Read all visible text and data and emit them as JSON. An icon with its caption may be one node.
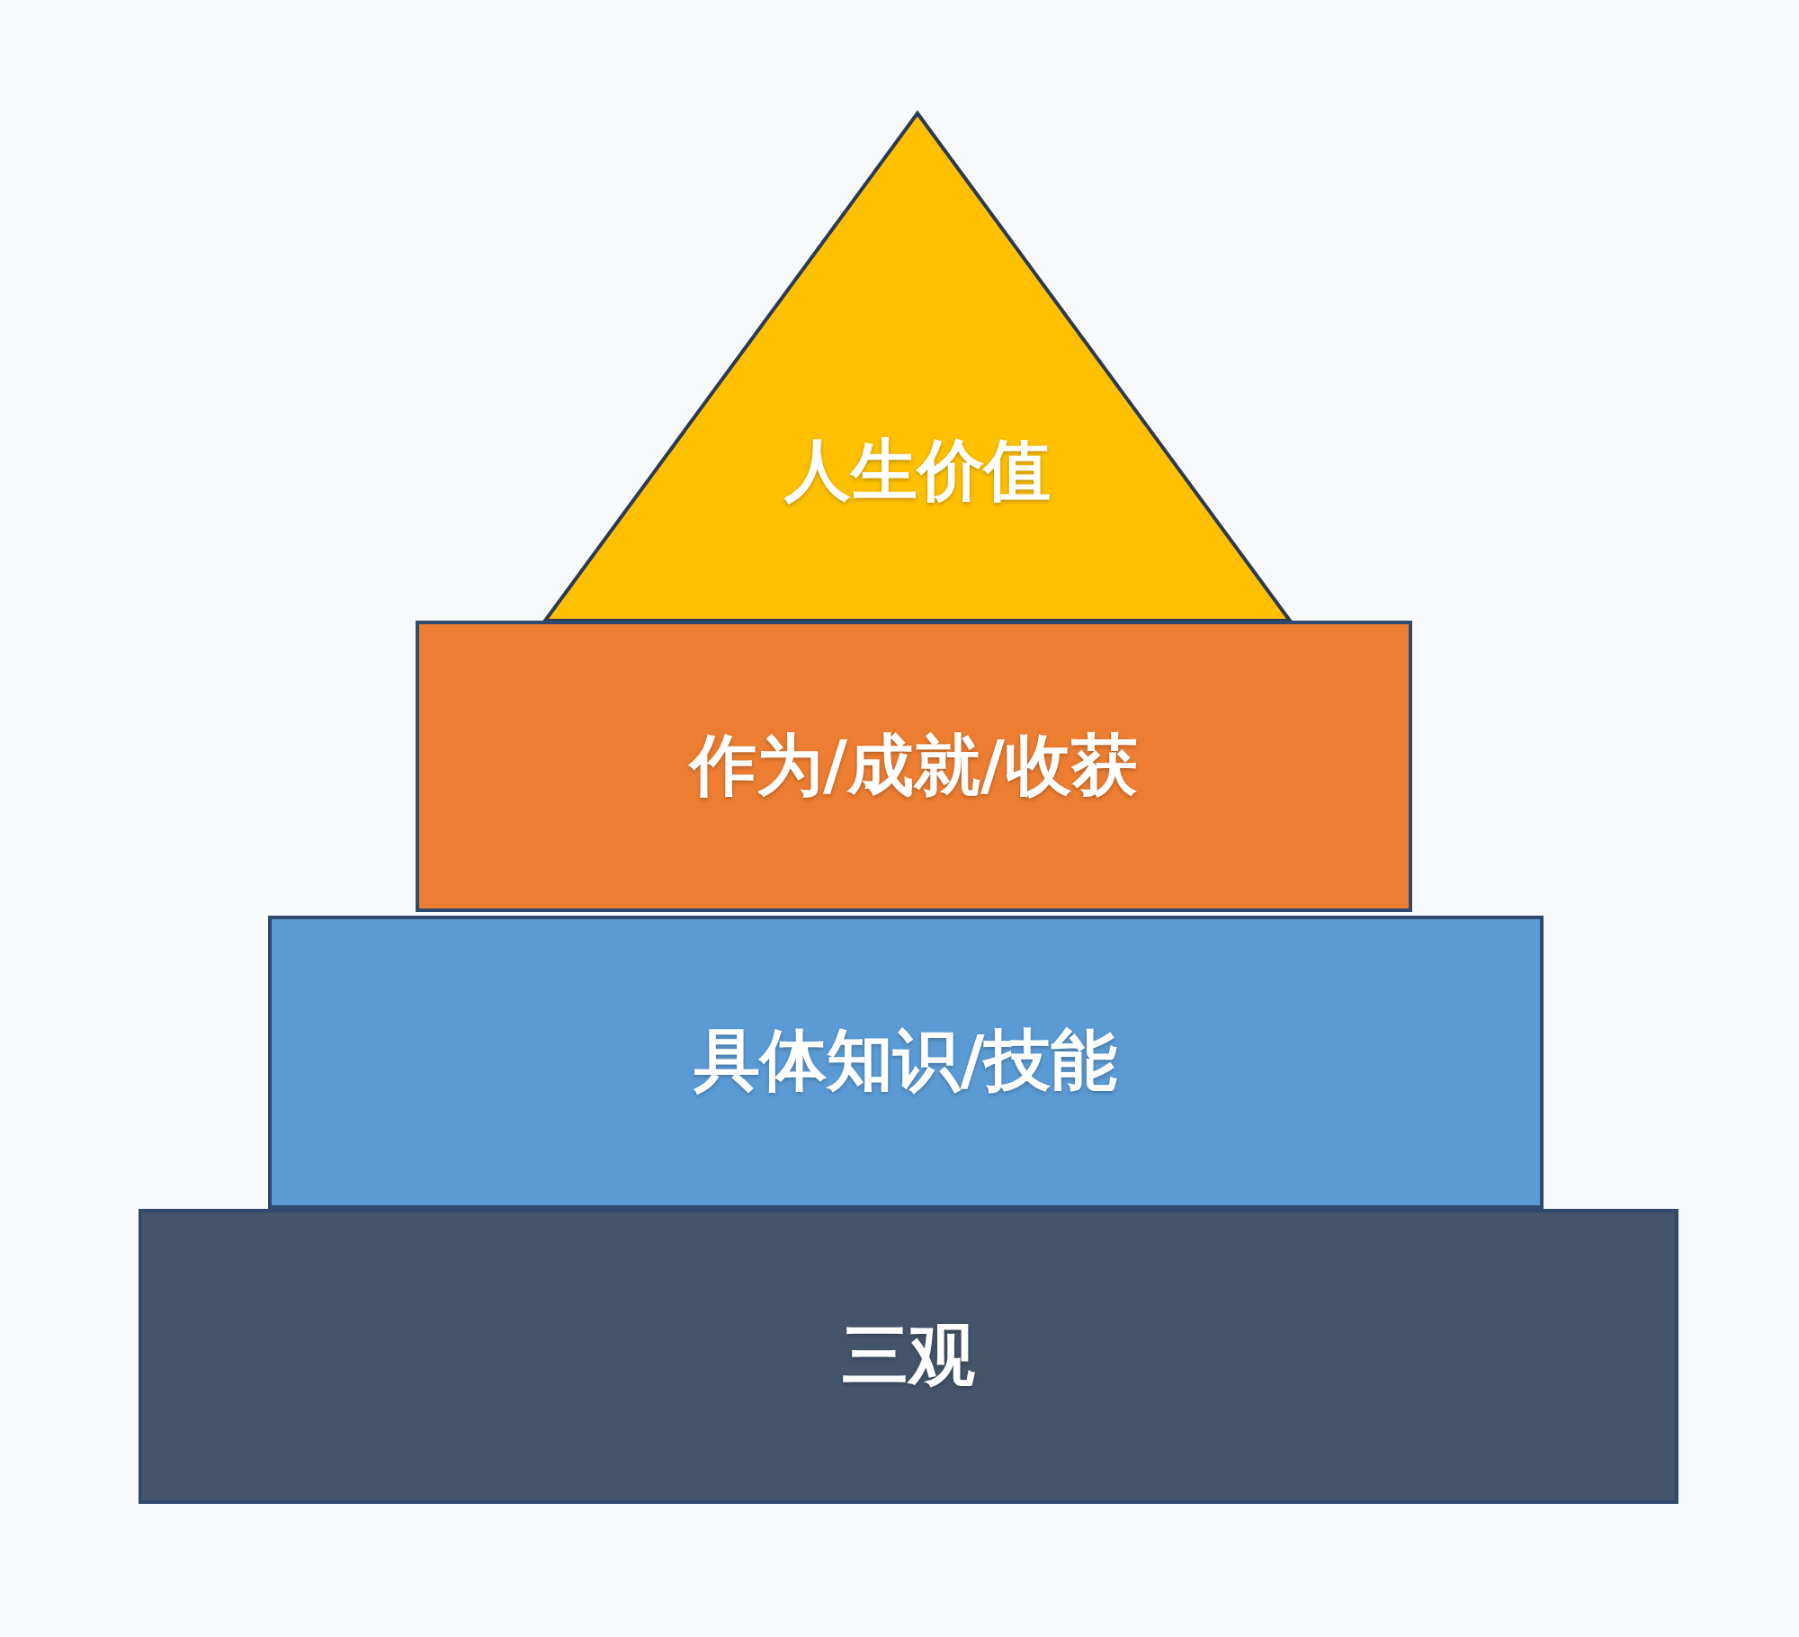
{
  "diagram": {
    "nodes": [
      {
        "text": [
          "人生价值"
        ]
      },
      {
        "text": [
          "作为/成就/收获"
        ]
      },
      {
        "text": [
          "具体知识/技能"
        ]
      },
      {
        "text": [
          "三观"
        ]
      }
    ]
  }
}
